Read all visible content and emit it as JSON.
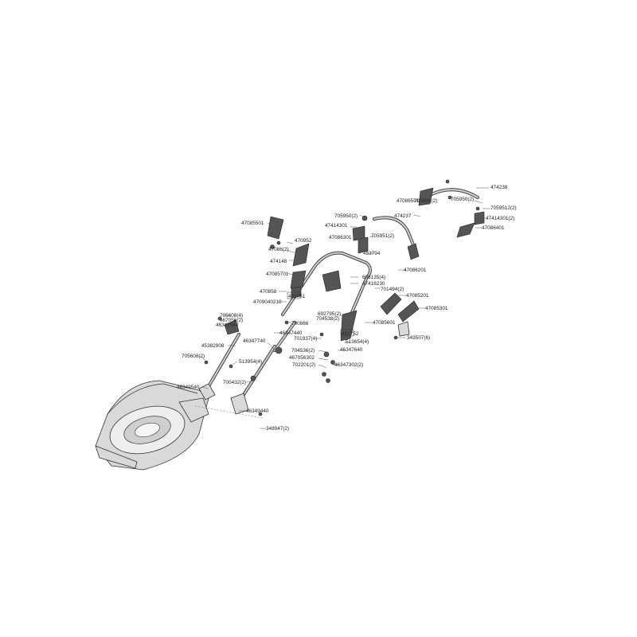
{
  "diagram": {
    "labels": [
      "474238",
      "47086501",
      "705950(2)",
      "705951(2)",
      "474237",
      "7059512(2)",
      "47414301(2)",
      "47086401",
      "705950(2)",
      "47414301",
      "47086301",
      "705951(2)",
      "453794",
      "47085501",
      "470952",
      "47086(2)",
      "474148",
      "47085701",
      "47086201",
      "606135(4)",
      "47416230",
      "701494(2)",
      "47085201",
      "470858",
      "4709040210",
      "453751",
      "47085301",
      "705608(4)",
      "467056(2)",
      "46347540",
      "700866",
      "692795(2)",
      "704538(2)",
      "47085601",
      "453752",
      "46347440",
      "701937(4)",
      "349507(6)",
      "513654(4)",
      "45382908",
      "46347740",
      "704536(2)",
      "46347640",
      "705608(2)",
      "513954(4)",
      "467056302",
      "702201(2)",
      "46347302(2)",
      "46349540",
      "700432(2)",
      "46349440",
      "348947(2)"
    ]
  }
}
